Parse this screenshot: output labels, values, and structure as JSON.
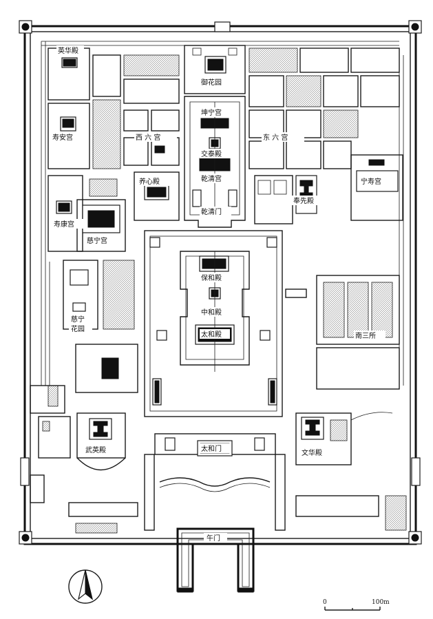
{
  "labels": {
    "yinghua_dian": "英华殿",
    "yuhua_yuan": "御花园",
    "shouan_gong": "寿安宫",
    "kunning_gong": "坤宁宫",
    "jiaotai_dian": "交泰殿",
    "xiliu_gong": "西 六 宫",
    "dongliu_gong": "东 六 宫",
    "qianqing_gong": "乾清宫",
    "yangxin_dian": "养心殿",
    "fengxian_dian": "奉先殿",
    "ningshou_gong": "宁寿宫",
    "shoukang_gong": "寿康宫",
    "cining_gong": "慈宁宫",
    "qianqing_men": "乾清门",
    "baohe_dian": "保和殿",
    "cining_huayuan_1": "慈宁",
    "cining_huayuan_2": "花园",
    "zhonghe_dian": "中和殿",
    "taihe_dian": "太和殿",
    "nansan_suo": "南三所",
    "wuying_dian": "武英殿",
    "taihe_men": "太和门",
    "wenhua_dian": "文华殿",
    "wu_men": "午门"
  },
  "scale": {
    "start": "0",
    "end": "100m"
  }
}
